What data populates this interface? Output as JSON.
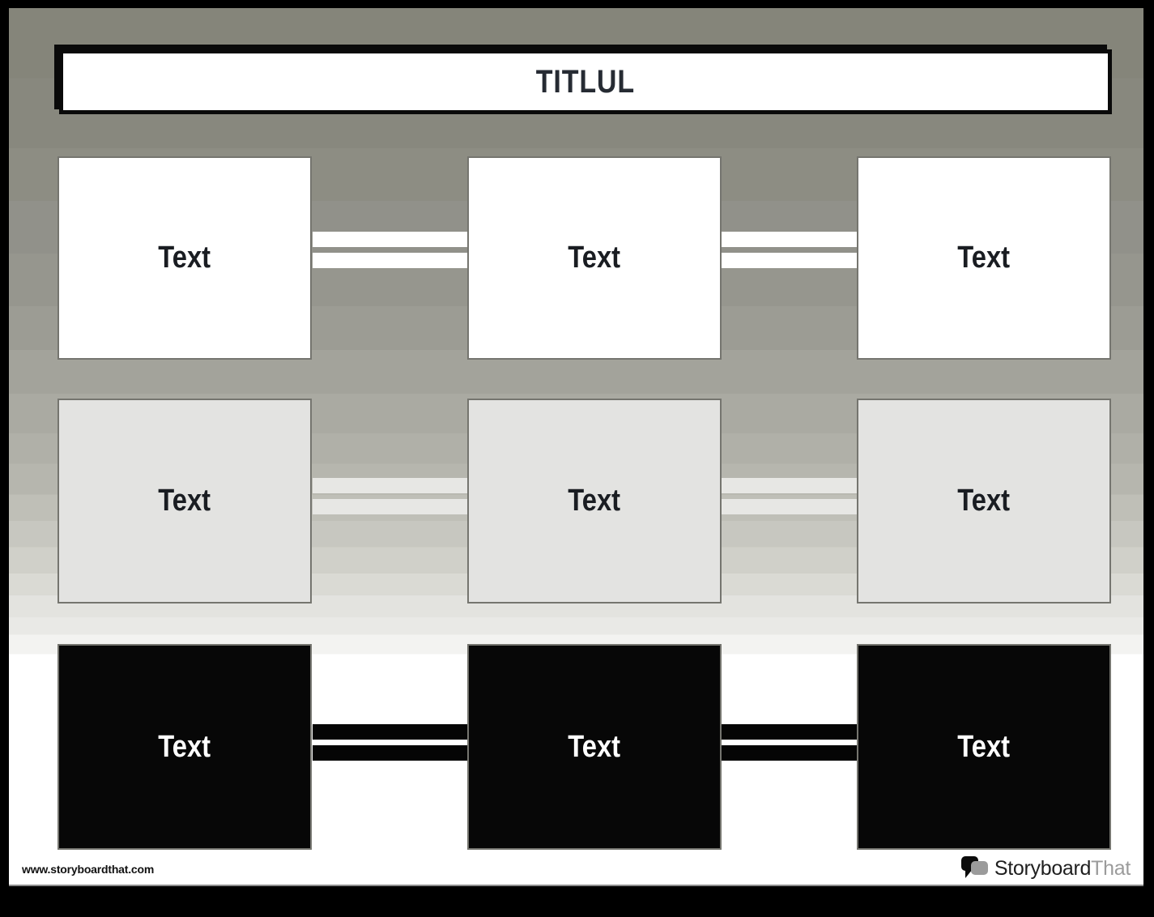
{
  "title": {
    "text": "TITLUL"
  },
  "grid": {
    "rows": [
      {
        "variant": "white",
        "cells": [
          {
            "label": "Text"
          },
          {
            "label": "Text"
          },
          {
            "label": "Text"
          }
        ]
      },
      {
        "variant": "light-gray",
        "cells": [
          {
            "label": "Text"
          },
          {
            "label": "Text"
          },
          {
            "label": "Text"
          }
        ]
      },
      {
        "variant": "black",
        "cells": [
          {
            "label": "Text"
          },
          {
            "label": "Text"
          },
          {
            "label": "Text"
          }
        ]
      }
    ]
  },
  "footer": {
    "watermark": "www.storyboardthat.com",
    "logo_primary": "Storyboard",
    "logo_secondary": "That"
  },
  "colors": {
    "frame": "#000000",
    "bg_top": "#85857a",
    "bg_bottom": "#ffffff",
    "title_text": "#262b33",
    "title_border": "#0a0a0a",
    "box_border": "#75756f",
    "box_white": "#ffffff",
    "box_light": "#e3e3e1",
    "box_black": "#070707",
    "label_dark": "#1a1d22",
    "label_light": "#ffffff",
    "connector_white": "#ffffff",
    "connector_light": "#e7e7e4",
    "connector_black": "#050505",
    "watermark": "#111111",
    "logo_primary": "#1f1f1f",
    "logo_secondary": "#9b9b9b"
  }
}
